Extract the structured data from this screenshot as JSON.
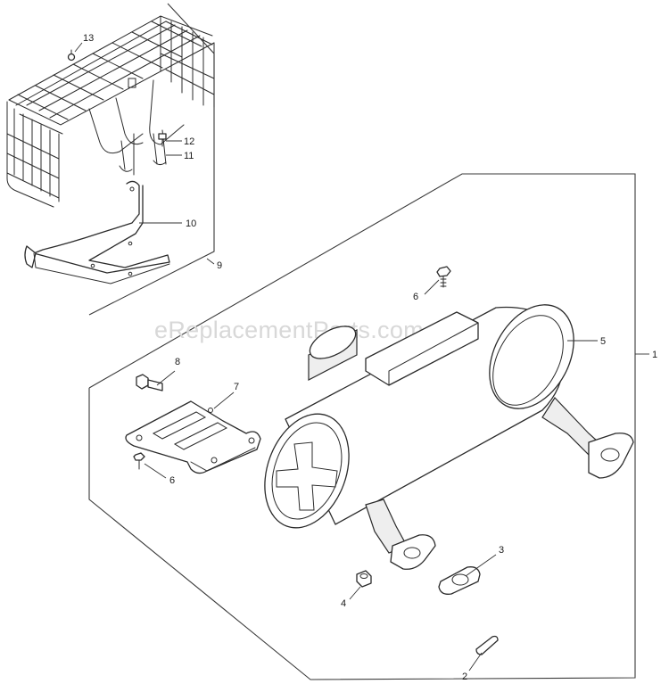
{
  "watermark": "eReplacementParts.com",
  "callouts": {
    "c1": "1",
    "c2": "2",
    "c3": "3",
    "c4": "4",
    "c5": "5",
    "c6a": "6",
    "c6b": "6",
    "c7": "7",
    "c8": "8",
    "c9": "9",
    "c10": "10",
    "c11": "11",
    "c12": "12",
    "c13": "13"
  }
}
